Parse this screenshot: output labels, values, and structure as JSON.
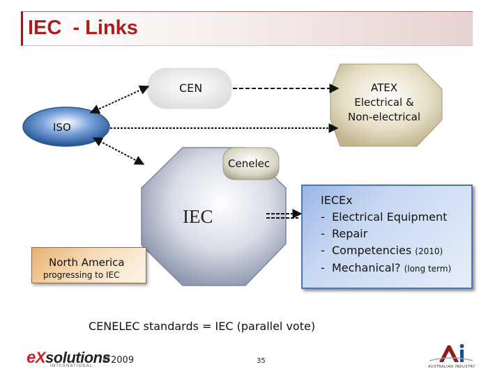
{
  "title": "IEC  - Links",
  "nodes": {
    "cen": "CEN",
    "atex": [
      "ATEX",
      "Electrical &",
      "Non-electrical"
    ],
    "iso": "ISO",
    "cenelec": "Cenelec",
    "iec": "IEC"
  },
  "iecex": {
    "heading": "IECEx",
    "items": [
      {
        "prefix": "-",
        "text": "Electrical Equipment",
        "note": ""
      },
      {
        "prefix": "-",
        "text": "Repair",
        "note": ""
      },
      {
        "prefix": "-",
        "text": "Competencies",
        "note": "(2010)"
      },
      {
        "prefix": "-",
        "text": "Mechanical?",
        "note": "(long term)"
      }
    ]
  },
  "north_america": {
    "title": "North America",
    "subtitle": "progressing to IEC"
  },
  "caption": "CENELEC standards = IEC (parallel vote)",
  "footer": {
    "logo_text": "eXsolutions",
    "logo_sub": "INTERNATIONAL",
    "copyright": "©2009",
    "page_number": "35",
    "right_logo": "AUSTRALIAN INDUSTRY"
  },
  "colors": {
    "title": "#b01c1c",
    "iso_fill": "#3d6fae",
    "cen_fill": "#f2f2f2",
    "atex_fill": "#ddd4b6",
    "cenelec_fill": "#d6d3c0",
    "iec_fill": "#b9bfd2",
    "iecex_border": "#4a74bf"
  }
}
